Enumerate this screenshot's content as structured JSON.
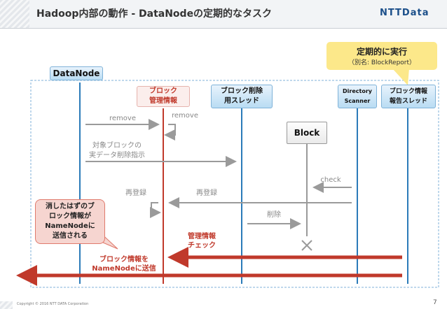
{
  "slide": {
    "title": "Hadoop内部の動作 - DataNodeの定期的なタスク",
    "brand": "NTTData",
    "footer": "Copyright © 2016 NTT DATA Corporation",
    "page_number": "7"
  },
  "colors": {
    "accent_blue": "#2b7bb9",
    "red_arrow": "#c0392b",
    "note_yellow": "#fce88a"
  },
  "diagram": {
    "container_label": "DataNode",
    "periodic_note": {
      "title": "定期的に実行",
      "subtitle": "（別名: BlockReport）"
    },
    "lanes": {
      "block_mgmt": "ブロック\n管理情報",
      "block_delete_thread": "ブロック削除\n用スレッド",
      "directory_scanner": "Directory\nScanner",
      "block_report_thread": "ブロック情報\n報告スレッド"
    },
    "block": "Block",
    "messages": {
      "remove_left": "remove",
      "remove_right": "remove",
      "delete_instruction": "対象ブロックの\n実データ削除指示",
      "check": "check",
      "reregister_left": "再登録",
      "reregister_right": "再登録",
      "delete": "削除",
      "mgmt_check": "管理情報\nチェック",
      "send_to_namenode": "ブロック情報を\nNameNodeに送信"
    },
    "callout": "消したはずのブ\nロック情報が\nNameNodeに\n送信される"
  }
}
